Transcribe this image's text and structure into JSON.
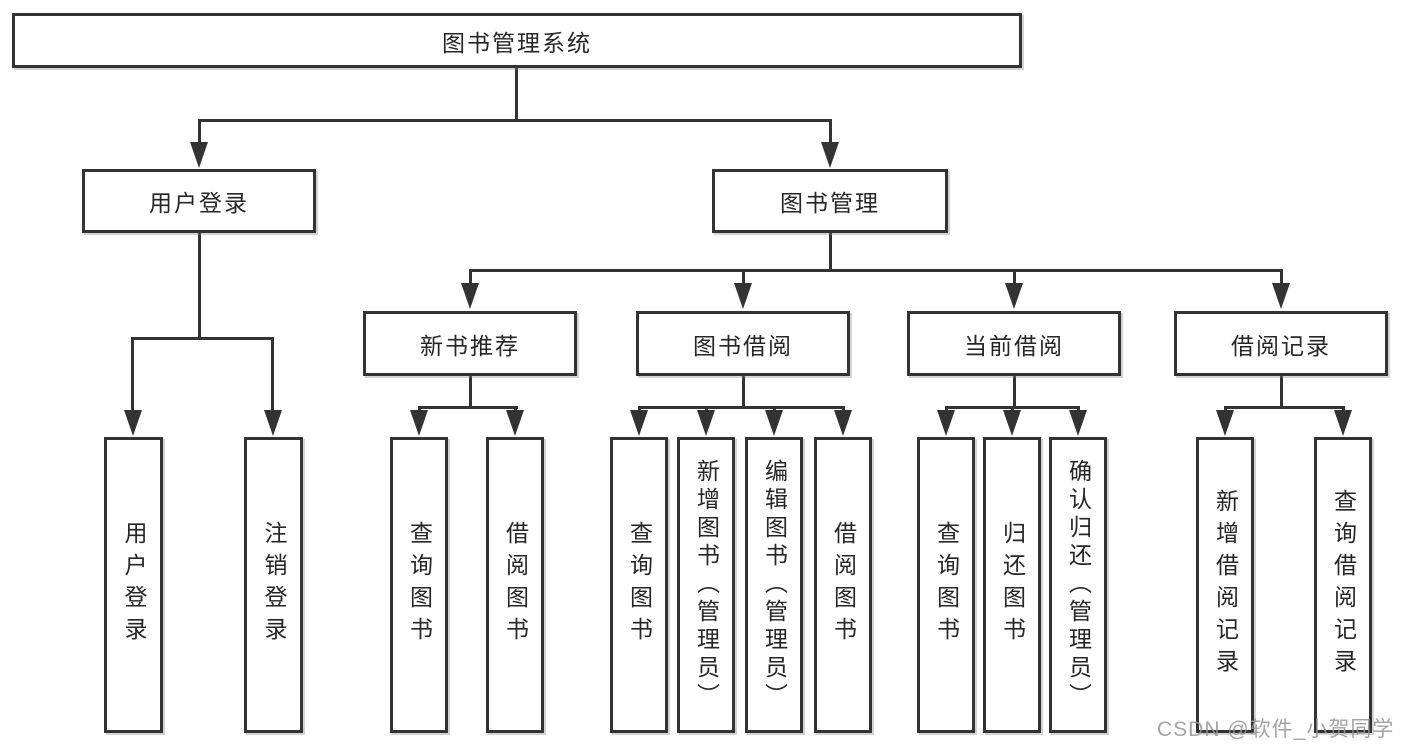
{
  "diagram": {
    "title": "图书管理系统",
    "root": {
      "label": "图书管理系统"
    },
    "level2": [
      {
        "id": "user-login",
        "label": "用户登录"
      },
      {
        "id": "book-management",
        "label": "图书管理"
      }
    ],
    "level3": [
      {
        "id": "new-book-recommend",
        "label": "新书推荐",
        "parent": "图书管理"
      },
      {
        "id": "book-borrow",
        "label": "图书借阅",
        "parent": "图书管理"
      },
      {
        "id": "current-borrow",
        "label": "当前借阅",
        "parent": "图书管理"
      },
      {
        "id": "borrow-records",
        "label": "借阅记录",
        "parent": "图书管理"
      }
    ],
    "leaves": [
      {
        "label": "用户登录",
        "parent": "用户登录"
      },
      {
        "label": "注销登录",
        "parent": "用户登录"
      },
      {
        "label": "查询图书",
        "parent": "新书推荐"
      },
      {
        "label": "借阅图书",
        "parent": "新书推荐"
      },
      {
        "label": "查询图书",
        "parent": "图书借阅"
      },
      {
        "label": "新增图书（管理员）",
        "parent": "图书借阅"
      },
      {
        "label": "编辑图书（管理员）",
        "parent": "图书借阅"
      },
      {
        "label": "借阅图书",
        "parent": "图书借阅"
      },
      {
        "label": "查询图书",
        "parent": "当前借阅"
      },
      {
        "label": "归还图书",
        "parent": "当前借阅"
      },
      {
        "label": "确认归还（管理员）",
        "parent": "当前借阅"
      },
      {
        "label": "新增借阅记录",
        "parent": "借阅记录"
      },
      {
        "label": "查询借阅记录",
        "parent": "借阅记录"
      }
    ]
  },
  "watermark": {
    "text": "CSDN @软件_小贺同学"
  },
  "colors": {
    "line": "#333333",
    "box_border": "#333333",
    "box_fill": "#ffffff",
    "text": "#262626",
    "watermark": "#949494"
  }
}
